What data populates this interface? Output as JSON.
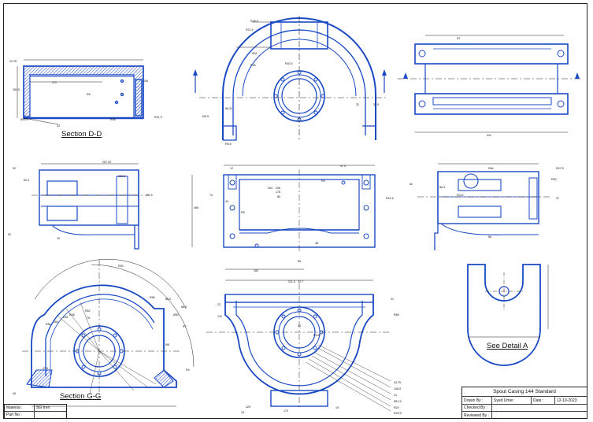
{
  "sections": {
    "d_d": "Section D-D",
    "g_g": "Section G-G",
    "detail_a": "See Detail A"
  },
  "title_block": {
    "title": "Spout Casing 144 Standard",
    "drawn_by_label": "Drawn By :",
    "drawn_by": "Syed Umer",
    "date_label": "Date :",
    "date": "12-10-2023",
    "checked_by_label": "Checked By :",
    "checked_by": "",
    "reviewed_by_label": "Reviewed By :",
    "reviewed_by": ""
  },
  "material_block": {
    "material_label": "Material :",
    "material": "SG Iron",
    "part_no_label": "Part No :",
    "part_no": ""
  },
  "dimensions": [
    "24.76",
    "281.5",
    "272",
    "22",
    "105",
    "R56",
    "8X0.5",
    "R8",
    "R21.5",
    "62.3",
    "52",
    "267.25",
    "252.5",
    "92",
    "R7.5",
    "15",
    "86.31",
    "106.5",
    "R6.5",
    "R40.5",
    "R46",
    "32",
    "37.5",
    "8X6",
    "R21.5",
    "R28.5",
    "R7",
    "441",
    "12",
    "466",
    "47.5",
    "44",
    "R8",
    "264",
    "206",
    "176",
    "85",
    "72",
    "48",
    "85",
    "160",
    "R5",
    "R41.6",
    "264",
    "238",
    "R62",
    "R84",
    "R48",
    "Ø50",
    "R7",
    "Ø8",
    "R4",
    "86.5",
    "86.5",
    "R56",
    "R50",
    "75",
    "47.5",
    "46",
    "32.7",
    "211.5",
    "23",
    "141",
    "31",
    "14",
    "R100",
    "R85",
    "425",
    "19",
    "170",
    "15",
    "43.75",
    "108.5",
    "31",
    "Ø11.5",
    "R20",
    "R28.5",
    "R84",
    "R47.5",
    "R50",
    "R212",
    "60",
    "86.3",
    "56",
    "37"
  ]
}
